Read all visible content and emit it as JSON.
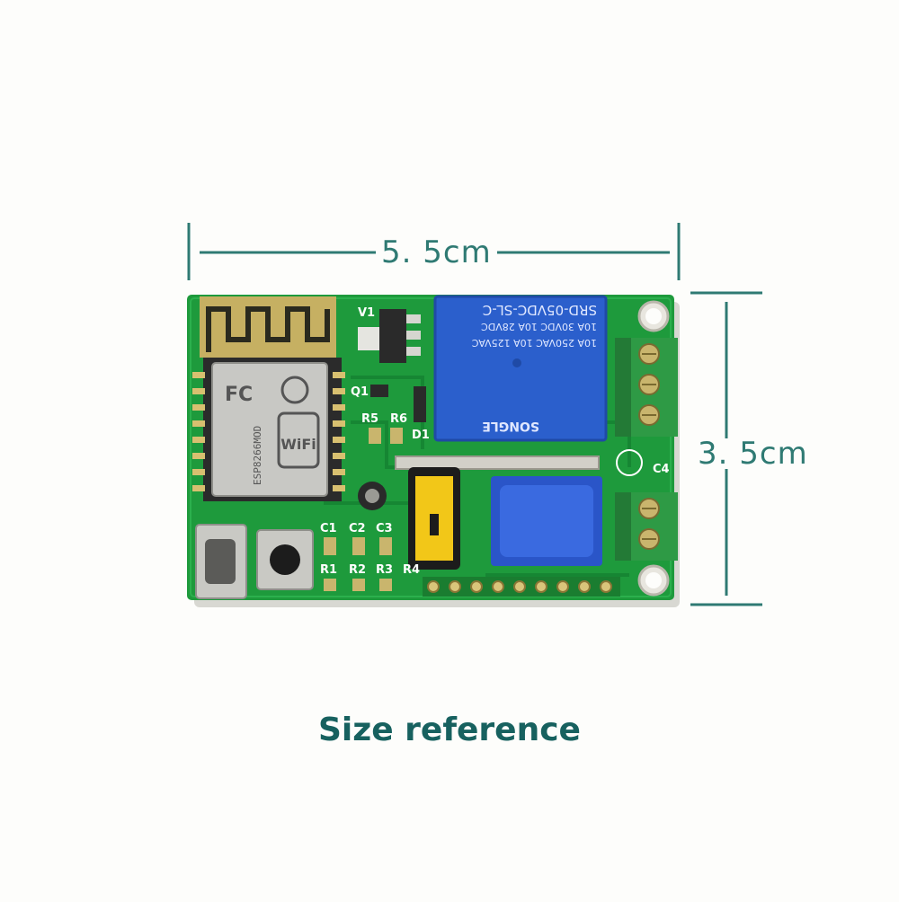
{
  "dimensions": {
    "width_label": "5. 5cm",
    "height_label": "3. 5cm",
    "line_color": "#2f7a73"
  },
  "caption": "Size reference",
  "board": {
    "color": "#1e9a3c",
    "silkscreen": {
      "v1": "V1",
      "q1": "Q1",
      "r5": "R5",
      "r6": "R6",
      "d1": "D1",
      "c1": "C1",
      "c2": "C2",
      "c3": "C3",
      "c4": "C4",
      "r1": "R1",
      "r2": "R2",
      "r3": "R3",
      "r4": "R4"
    },
    "relay": {
      "line1": "SRD-05VDC-SL-C",
      "line2": "10A 30VDC 10A 28VDC",
      "line3": "10A 250VAC 10A 125VAC",
      "brand": "SONGLE"
    },
    "wifi_module": {
      "logo": "WiFi",
      "chip": "ESP8266MOD",
      "cert": "FC"
    }
  }
}
